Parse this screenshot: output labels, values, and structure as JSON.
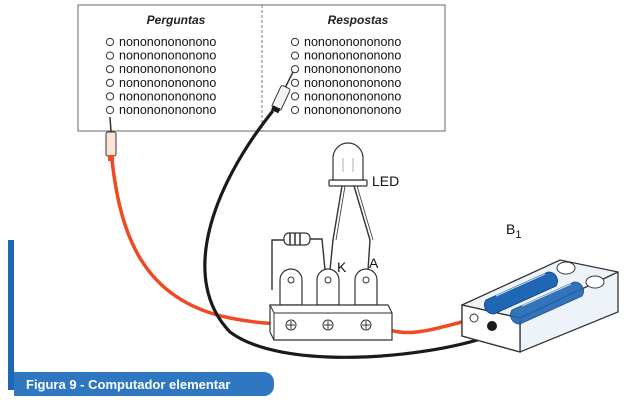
{
  "board": {
    "left_title": "Perguntas",
    "right_title": "Respostas",
    "left_rows": [
      "nonononononono",
      "nonononononono",
      "nonononononono",
      "nonononononono",
      "nonononononono",
      "nonononononono"
    ],
    "right_rows": [
      "nonononononono",
      "nonononononono",
      "nonononononono",
      "nonononononono",
      "nonononononono",
      "nonononononono"
    ]
  },
  "labels": {
    "led": "LED",
    "k": "K",
    "a": "A",
    "battery_main": "B",
    "battery_sub": "1"
  },
  "caption": "Figura 9 - Computador elementar",
  "colors": {
    "red_wire": "#f04a24",
    "black_wire": "#1a1a1a",
    "blue_accent": "#1f66b4",
    "caption_bg": "#2f77c0"
  }
}
